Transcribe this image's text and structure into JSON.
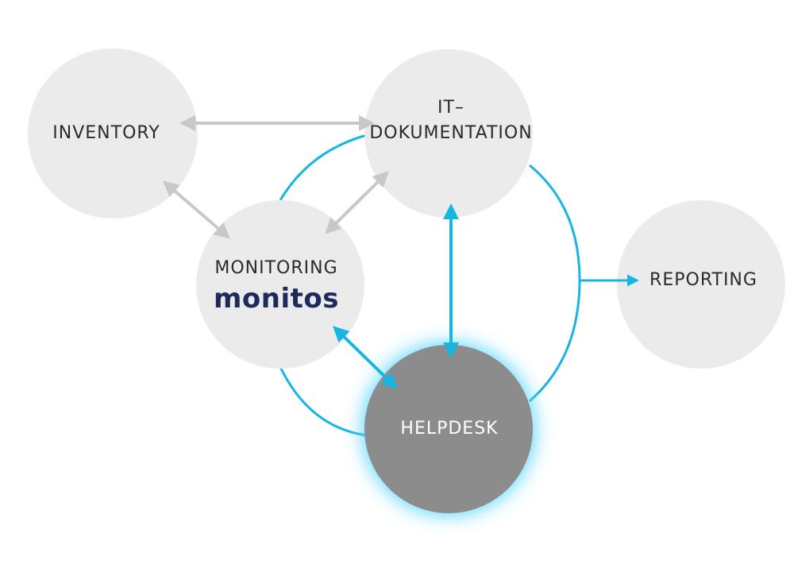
{
  "nodes": {
    "inventory": {
      "label": "INVENTORY"
    },
    "itdoc": {
      "line1": "IT–",
      "line2": "DOKUMENTATION"
    },
    "monitoring": {
      "label": "MONITORING",
      "brand": "monitos"
    },
    "reporting": {
      "label": "REPORTING"
    },
    "helpdesk": {
      "label": "HELPDESK"
    }
  },
  "colors": {
    "node_fill": "#ebebeb",
    "helpdesk_fill": "#8c8c8c",
    "gray_arrow": "#c8c8c8",
    "blue_arrow": "#17b6e2",
    "glow": "#52d6ff",
    "brand_text": "#1f2a5c"
  }
}
